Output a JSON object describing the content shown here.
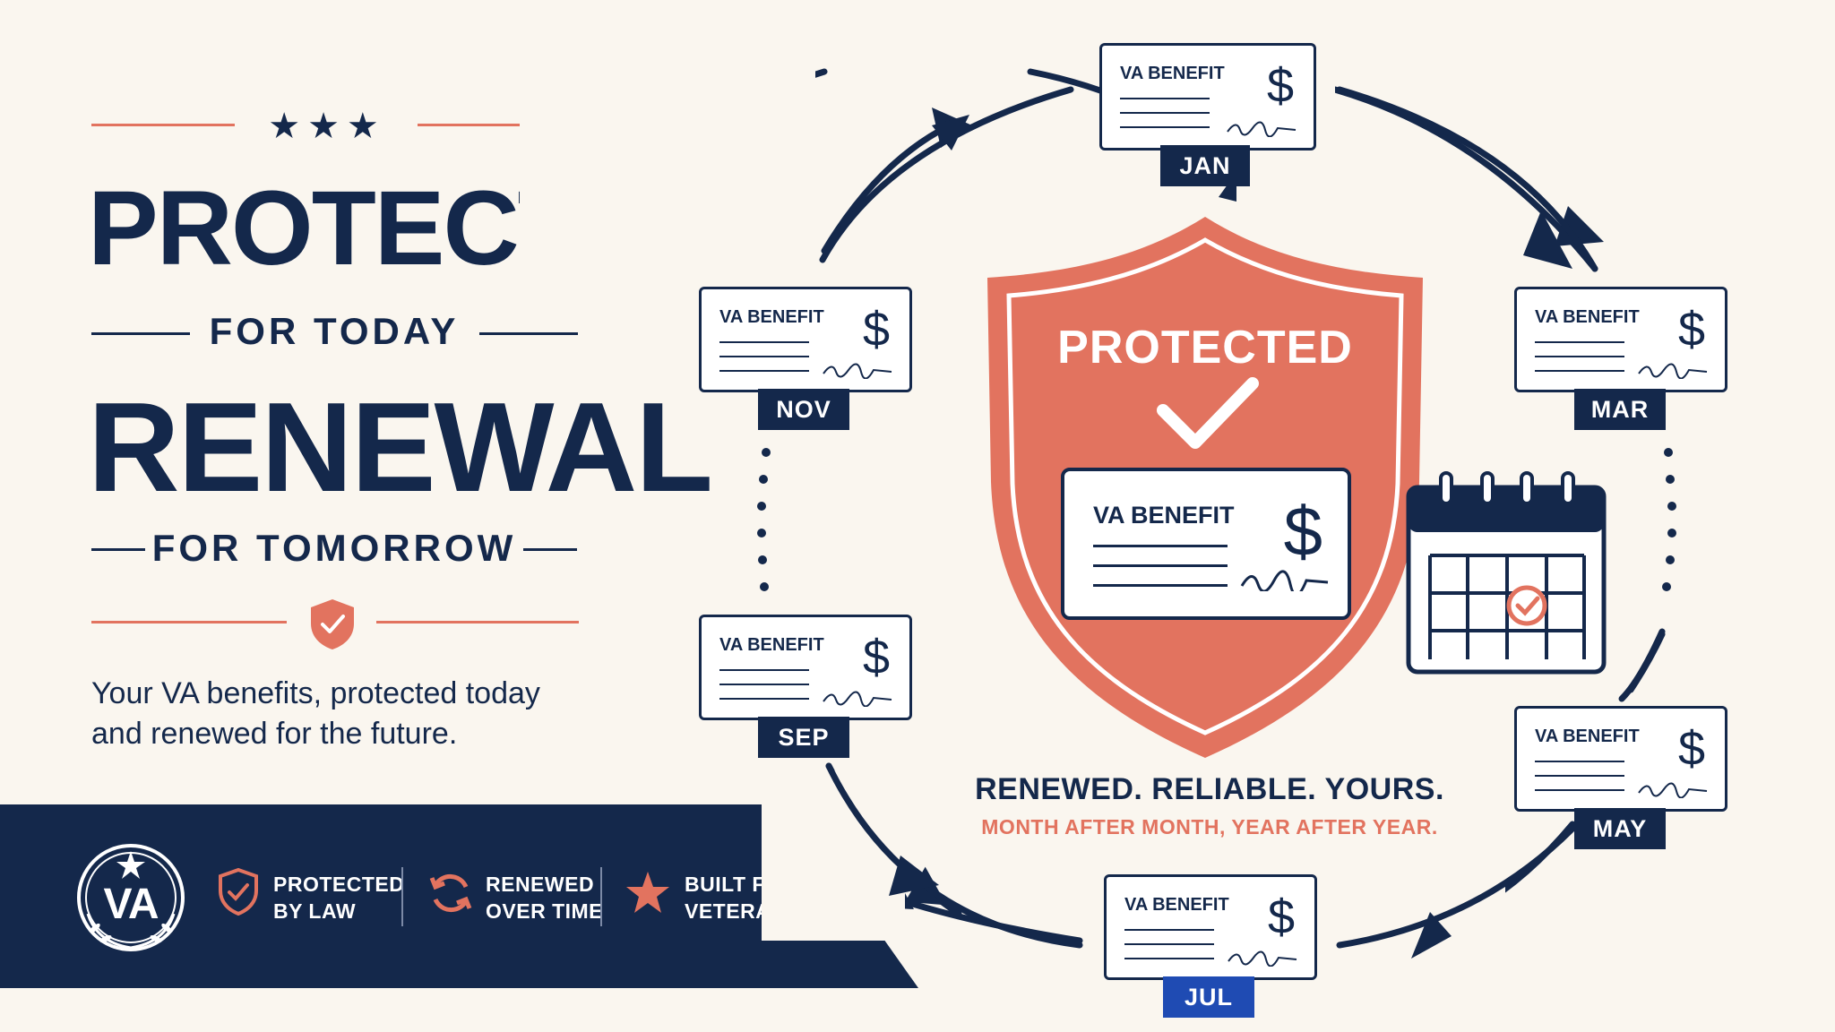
{
  "header": {
    "title_line1": "PROTECTION",
    "subtitle_line1": "FOR TODAY",
    "title_line2": "RENEWAL",
    "subtitle_line2": "FOR TOMORROW",
    "tagline_line1": "Your VA benefits, protected today",
    "tagline_line2": "and renewed for the future."
  },
  "banner": {
    "logo_text": "VA",
    "features": [
      {
        "line1": "PROTECTED",
        "line2": "BY LAW",
        "icon": "shield-check-icon"
      },
      {
        "line1": "RENEWED",
        "line2": "OVER TIME",
        "icon": "renew-arrows-icon"
      },
      {
        "line1": "BUILT FOR",
        "line2": "VETERANS",
        "icon": "star-icon"
      }
    ]
  },
  "cycle": {
    "check_label": "VA BENEFIT",
    "currency": "$",
    "months": [
      "JAN",
      "MAR",
      "MAY",
      "JUL",
      "SEP",
      "NOV"
    ]
  },
  "center": {
    "shield_title": "PROTECTED",
    "check_label": "VA BENEFIT",
    "currency": "$",
    "slogan": "RENEWED. RELIABLE. YOURS.",
    "slogan_sub": "MONTH AFTER MONTH, YEAR AFTER YEAR."
  },
  "colors": {
    "navy": "#14284b",
    "coral": "#e2735f",
    "accent_blue": "#1f4bb3",
    "background": "#faf6ef"
  }
}
